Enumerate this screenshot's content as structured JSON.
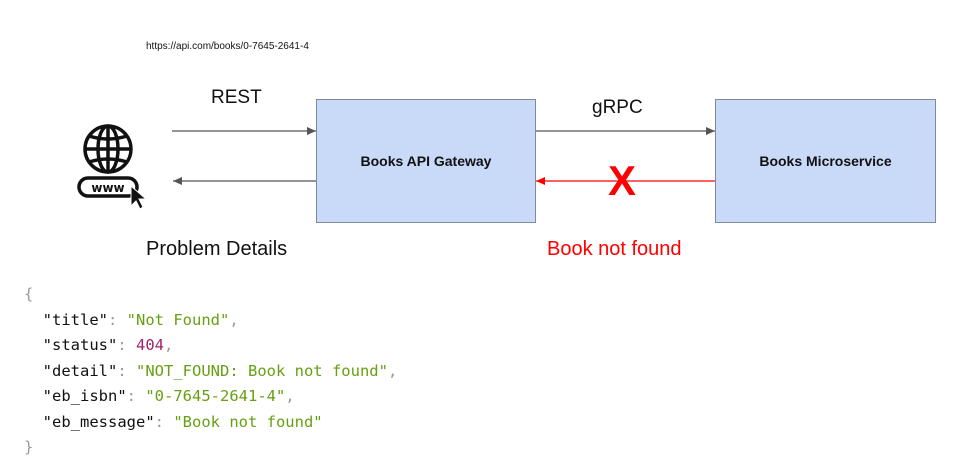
{
  "request": {
    "url": "https://api.com/books/0-7645-2641-4",
    "left_protocol": "REST",
    "right_protocol": "gRPC"
  },
  "nodes": {
    "gateway": "Books API Gateway",
    "microservice": "Books Microservice"
  },
  "captions": {
    "response_left": "Problem Details",
    "error_right": "Book not found",
    "error_mark": "X"
  },
  "icons": {
    "client": "www-globe-cursor-icon"
  },
  "colors": {
    "box_fill": "#c9daf8",
    "error": "#ff0000",
    "arrow": "#555555",
    "json_string": "#66a012",
    "json_number": "#a3226b"
  },
  "json_response": {
    "open_brace": "{",
    "close_brace": "}",
    "fields": [
      {
        "key": "\"title\"",
        "value": "\"Not Found\"",
        "type": "string",
        "comma": ","
      },
      {
        "key": "\"status\"",
        "value": "404",
        "type": "number",
        "comma": ","
      },
      {
        "key": "\"detail\"",
        "value": "\"NOT_FOUND: Book not found\"",
        "type": "string",
        "comma": ","
      },
      {
        "key": "\"eb_isbn\"",
        "value": "\"0-7645-2641-4\"",
        "type": "string",
        "comma": ","
      },
      {
        "key": "\"eb_message\"",
        "value": "\"Book not found\"",
        "type": "string",
        "comma": ""
      }
    ]
  }
}
